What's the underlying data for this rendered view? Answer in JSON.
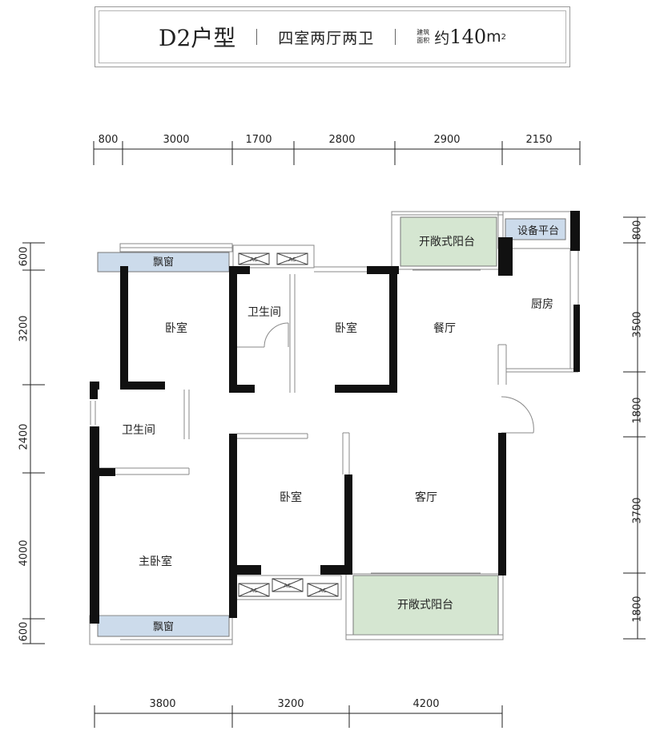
{
  "title": {
    "type": "D2户型",
    "layout": "四室两厅两卫",
    "area_label_top": "建筑",
    "area_label_bottom": "面积",
    "approx": "约",
    "area_value": "140",
    "area_unit": "m",
    "area_unit_sup": "2"
  },
  "dimensions": {
    "top": [
      "800",
      "3000",
      "1700",
      "2800",
      "2900",
      "2150"
    ],
    "bottom": [
      "3800",
      "3200",
      "4200"
    ],
    "left": [
      "600",
      "3200",
      "2400",
      "4000",
      "600"
    ],
    "right": [
      "800",
      "3500",
      "1800",
      "3700",
      "1800"
    ]
  },
  "rooms": {
    "bay_window_top": "飘窗",
    "bedroom_nw": "卧室",
    "bathroom_top": "卫生间",
    "bedroom_n": "卧室",
    "balcony_top": "开敞式阳台",
    "equipment_platform": "设备平台",
    "dining": "餐厅",
    "kitchen": "厨房",
    "bathroom_left": "卫生间",
    "bedroom_center": "卧室",
    "living": "客厅",
    "master_bedroom": "主卧室",
    "balcony_bottom": "开敞式阳台",
    "bay_window_bottom": "飘窗"
  },
  "ac_label": "AC",
  "colors": {
    "wall": "#111111",
    "bay_window": "#ccdbeb",
    "balcony": "#d5e6d1",
    "platform": "#ccdbeb",
    "thin_line": "#888888",
    "text": "#222222"
  }
}
